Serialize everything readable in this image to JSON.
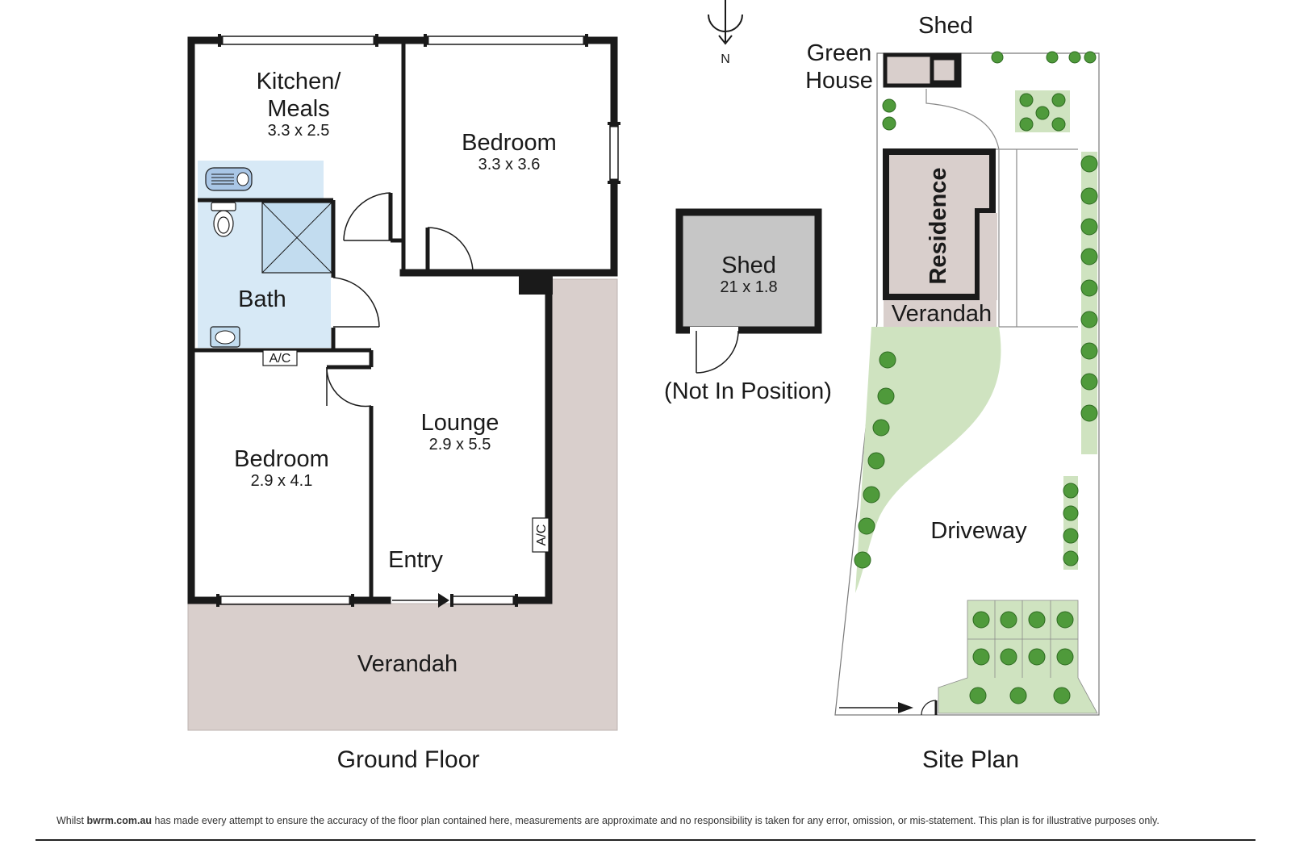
{
  "colors": {
    "wall": "#1a1a1a",
    "verandah": "#d9cfcc",
    "wet_area": "#d7e9f6",
    "shed_fill": "#c6c6c6",
    "grass": "#cfe3c0",
    "shrub": "#4f9a3b"
  },
  "ground_floor": {
    "rooms": [
      {
        "name": "Kitchen/",
        "name2": "Meals",
        "dims": "3.3 x 2.5"
      },
      {
        "name": "Bedroom",
        "dims": "3.3 x 3.6"
      },
      {
        "name": "Bath"
      },
      {
        "name": "Bedroom",
        "dims": "2.9 x 4.1"
      },
      {
        "name": "Lounge",
        "dims": "2.9 x 5.5"
      },
      {
        "name": "Entry"
      },
      {
        "name": "Verandah"
      }
    ],
    "ac_labels": [
      "A/C",
      "A/C"
    ],
    "caption": "Ground Floor"
  },
  "compass": {
    "label": "N",
    "icon": "north-arrow-icon"
  },
  "detached_shed": {
    "name": "Shed",
    "dims": "21 x 1.8",
    "note": "(Not In Position)"
  },
  "site_plan": {
    "shed_label": "Shed",
    "greenhouse_label_1": "Green",
    "greenhouse_label_2": "House",
    "residence_label": "Residence",
    "verandah_label": "Verandah",
    "driveway_label": "Driveway",
    "caption": "Site Plan"
  },
  "disclaimer": {
    "prefix": "Whilst ",
    "brand": "bwrm.com.au",
    "text": " has made every attempt to ensure the accuracy of the floor plan contained here, measurements are approximate and no responsibility is taken for any error, omission, or mis-statement. This plan is for illustrative purposes only."
  }
}
